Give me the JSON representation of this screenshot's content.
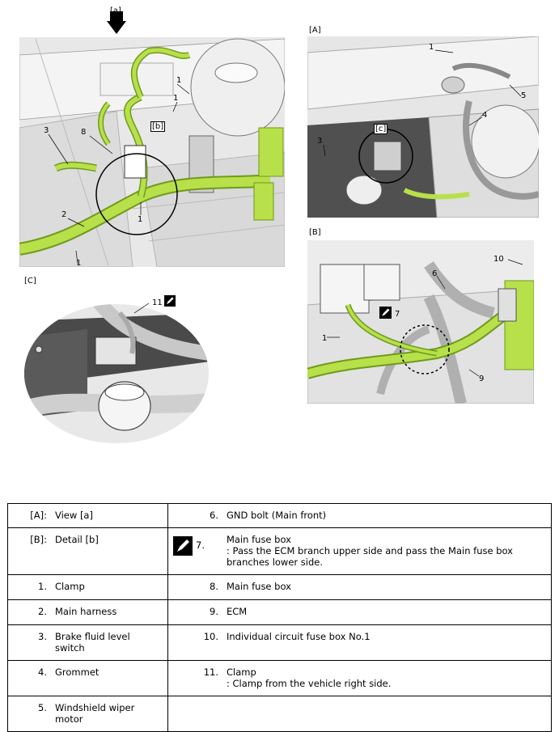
{
  "figures": {
    "main": {
      "view_tag": "[a]",
      "detail_tag": "[b]",
      "callouts": [
        "1",
        "1",
        "8",
        "3",
        "2",
        "1",
        "1"
      ]
    },
    "view_a": {
      "label": "[A]",
      "detail_tag": "[c]",
      "callouts": [
        "1",
        "3",
        "4",
        "5"
      ]
    },
    "detail_b": {
      "label": "[B]",
      "callouts": [
        "10",
        "6",
        "7",
        "1",
        "9"
      ]
    },
    "detail_c": {
      "label": "[C]",
      "callouts": [
        "11"
      ]
    }
  },
  "legend": {
    "rows": [
      {
        "left_num": "[A]:",
        "left_text": "View [a]",
        "right_num": "6.",
        "right_text": "GND bolt (Main front)",
        "right_note": ""
      },
      {
        "left_num": "[B]:",
        "left_text": "Detail [b]",
        "right_num": "7.",
        "right_text": "Main fuse box",
        "right_note": ": Pass the ECM branch upper side and pass the Main fuse box branches lower side.",
        "right_icon": "apply-marker-icon"
      },
      {
        "left_num": "1.",
        "left_text": "Clamp",
        "right_num": "8.",
        "right_text": "Main fuse box",
        "right_note": ""
      },
      {
        "left_num": "2.",
        "left_text": "Main harness",
        "right_num": "9.",
        "right_text": "ECM",
        "right_note": ""
      },
      {
        "left_num": "3.",
        "left_text": "Brake fluid level switch",
        "right_num": "10.",
        "right_text": "Individual circuit fuse box No.1",
        "right_note": ""
      },
      {
        "left_num": "4.",
        "left_text": "Grommet",
        "right_num": "11.",
        "right_text": "Clamp",
        "right_note": ": Clamp from the vehicle right side."
      },
      {
        "left_num": "5.",
        "left_text": "Windshield wiper motor",
        "right_num": "",
        "right_text": "",
        "right_note": ""
      }
    ]
  },
  "colors": {
    "harness": "#b8e04a",
    "harness_dark": "#6f9a1c",
    "line": "#222222",
    "shade": "#555555"
  }
}
